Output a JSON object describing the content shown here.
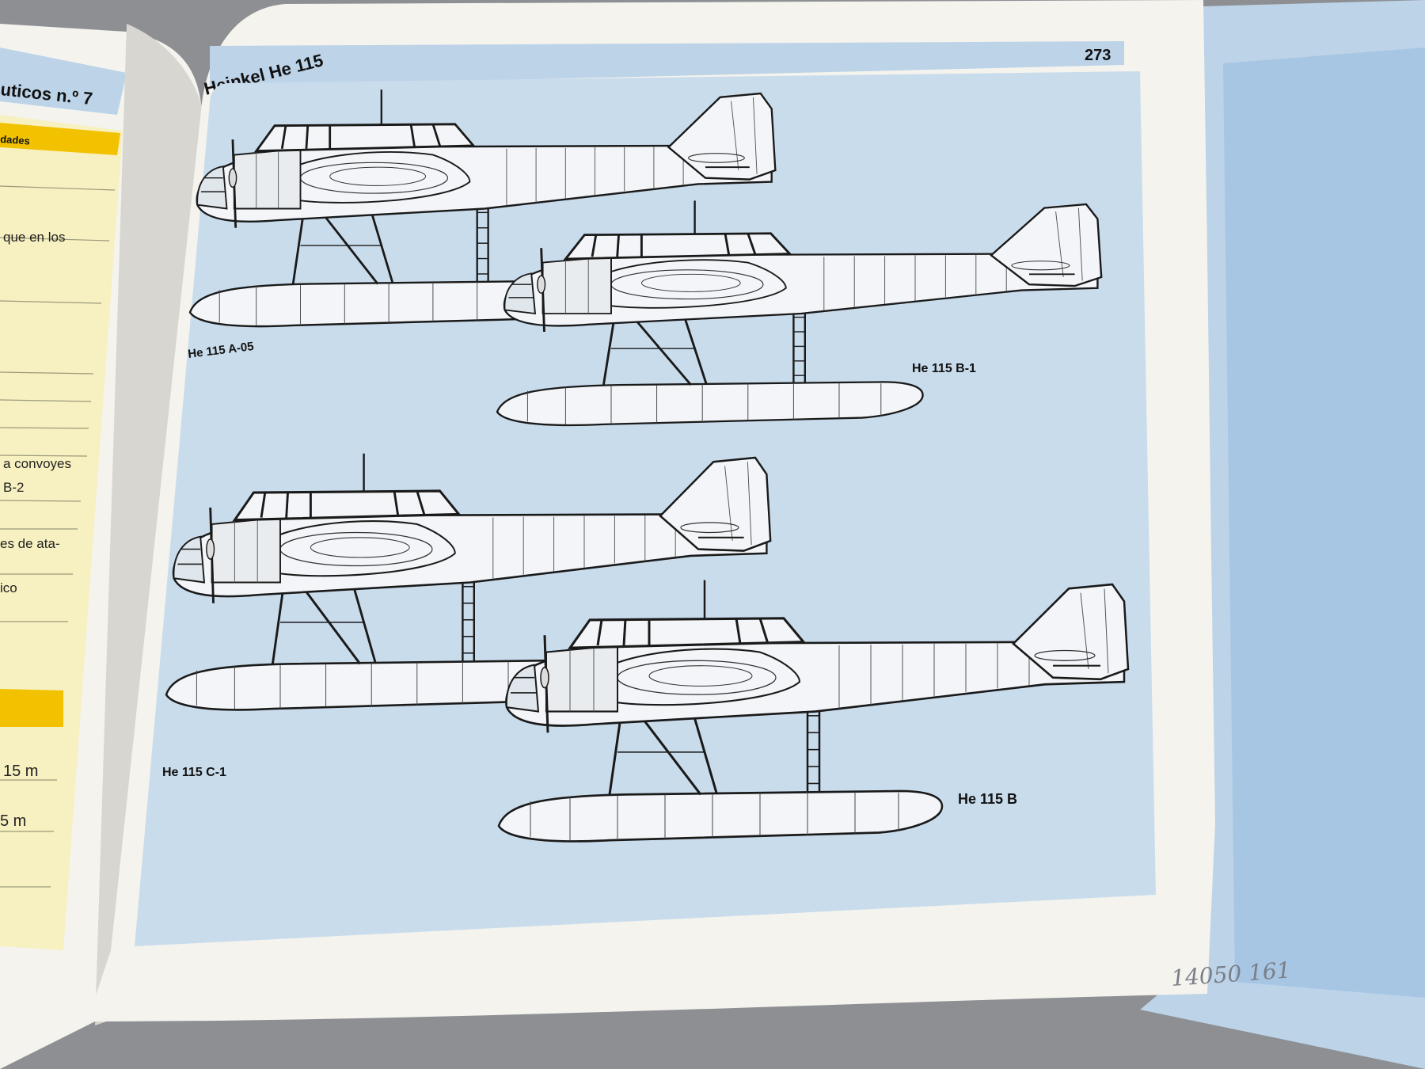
{
  "left_page": {
    "header": "uticos n.º 7",
    "section_tab": "dades",
    "text_fragments": [
      "que en los",
      "a convoyes",
      "B-2",
      "es de ata-",
      "ico"
    ],
    "measurements": [
      "15 m",
      "5 m"
    ]
  },
  "right_page": {
    "header_title": "Heinkel He 115",
    "page_number": "273",
    "aircraft": [
      {
        "label": "He 115 A-05"
      },
      {
        "label": "He 115 B-1"
      },
      {
        "label": "He 115 C-1"
      },
      {
        "label": "He 115 B"
      }
    ]
  },
  "handwritten_note": "14050 161",
  "colors": {
    "table_background": "#8d8f93",
    "page_paper": "#f4f3ee",
    "plate_background": "#c9dcec",
    "header_band": "#bcd3e8",
    "left_page_panel": "#f7f0c0",
    "left_page_tab": "#f2c200",
    "aircraft_fill": "#f3f5f8",
    "line_color": "#1a1a1a"
  }
}
